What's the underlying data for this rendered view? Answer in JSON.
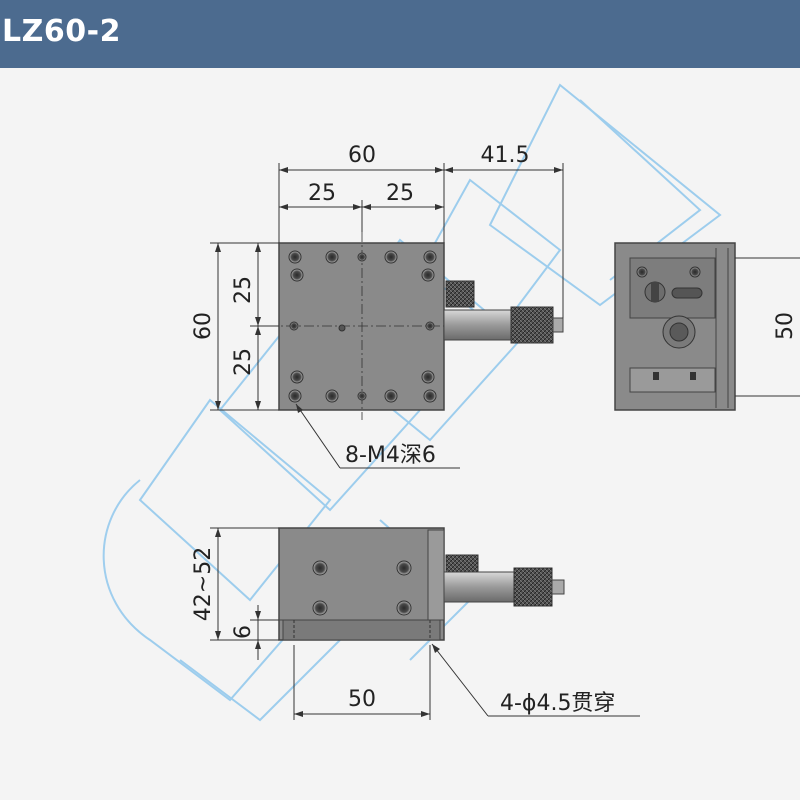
{
  "header": {
    "title": "LZ60-2",
    "background": "#4c6b8f"
  },
  "dimensions": {
    "top_overall_width": "60",
    "top_left_half": "25",
    "top_right_half": "25",
    "top_extension": "41.5",
    "left_height": "60",
    "left_upper_half": "25",
    "left_lower_half": "25",
    "side_height": "50",
    "front_height_range": "42~52",
    "front_base_height": "6",
    "front_width": "50"
  },
  "callouts": {
    "tapped_holes": "8-M4深6",
    "through_holes": "4-ϕ4.5贯穿"
  },
  "colors": {
    "stage_fill": "#8a8a8a",
    "stage_dark": "#5a5a5a",
    "watermark": "#8fc7ec"
  }
}
